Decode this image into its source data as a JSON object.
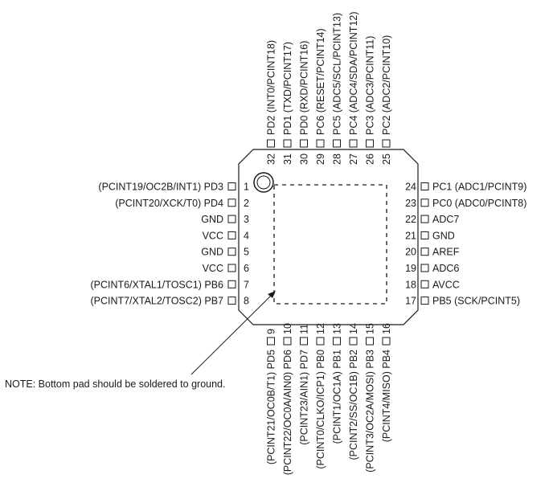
{
  "pins_left": [
    {
      "num": "1",
      "label": "(PCINT19/OC2B/INT1) PD3"
    },
    {
      "num": "2",
      "label": "(PCINT20/XCK/T0) PD4"
    },
    {
      "num": "3",
      "label": "GND"
    },
    {
      "num": "4",
      "label": "VCC"
    },
    {
      "num": "5",
      "label": "GND"
    },
    {
      "num": "6",
      "label": "VCC"
    },
    {
      "num": "7",
      "label": "(PCINT6/XTAL1/TOSC1) PB6"
    },
    {
      "num": "8",
      "label": "(PCINT7/XTAL2/TOSC2) PB7"
    }
  ],
  "pins_right": [
    {
      "num": "24",
      "label": "PC1 (ADC1/PCINT9)"
    },
    {
      "num": "23",
      "label": "PC0 (ADC0/PCINT8)"
    },
    {
      "num": "22",
      "label": "ADC7"
    },
    {
      "num": "21",
      "label": "GND"
    },
    {
      "num": "20",
      "label": "AREF"
    },
    {
      "num": "19",
      "label": "ADC6"
    },
    {
      "num": "18",
      "label": "AVCC"
    },
    {
      "num": "17",
      "label": "PB5 (SCK/PCINT5)"
    }
  ],
  "pins_top": [
    {
      "num": "32",
      "label": "PD2 (INT0/PCINT18)"
    },
    {
      "num": "31",
      "label": "PD1 (TXD/PCINT17)"
    },
    {
      "num": "30",
      "label": "PD0 (RXD/PCINT16)"
    },
    {
      "num": "29",
      "label": "PC6 (RESET/PCINT14)"
    },
    {
      "num": "28",
      "label": "PC5 (ADC5/SCL/PCINT13)"
    },
    {
      "num": "27",
      "label": "PC4 (ADC4/SDA/PCINT12)"
    },
    {
      "num": "26",
      "label": "PC3 (ADC3/PCINT11)"
    },
    {
      "num": "25",
      "label": "PC2 (ADC2/PCINT10)"
    }
  ],
  "pins_bottom": [
    {
      "num": "9",
      "label": "(PCINT21/OC0B/T1) PD5"
    },
    {
      "num": "10",
      "label": "(PCINT22/OC0A/AIN0) PD6"
    },
    {
      "num": "11",
      "label": "(PCINT23/AIN1) PD7"
    },
    {
      "num": "12",
      "label": "(PCINT0/CLKO/ICP1) PB0"
    },
    {
      "num": "13",
      "label": "(PCINT1/OC1A) PB1"
    },
    {
      "num": "14",
      "label": "(PCINT2/SS/OC1B) PB2"
    },
    {
      "num": "15",
      "label": "(PCINT3/OC2A/MOSI) PB3"
    },
    {
      "num": "16",
      "label": "(PCINT4/MISO) PB4"
    }
  ],
  "note": "NOTE:  Bottom pad should be soldered to ground."
}
